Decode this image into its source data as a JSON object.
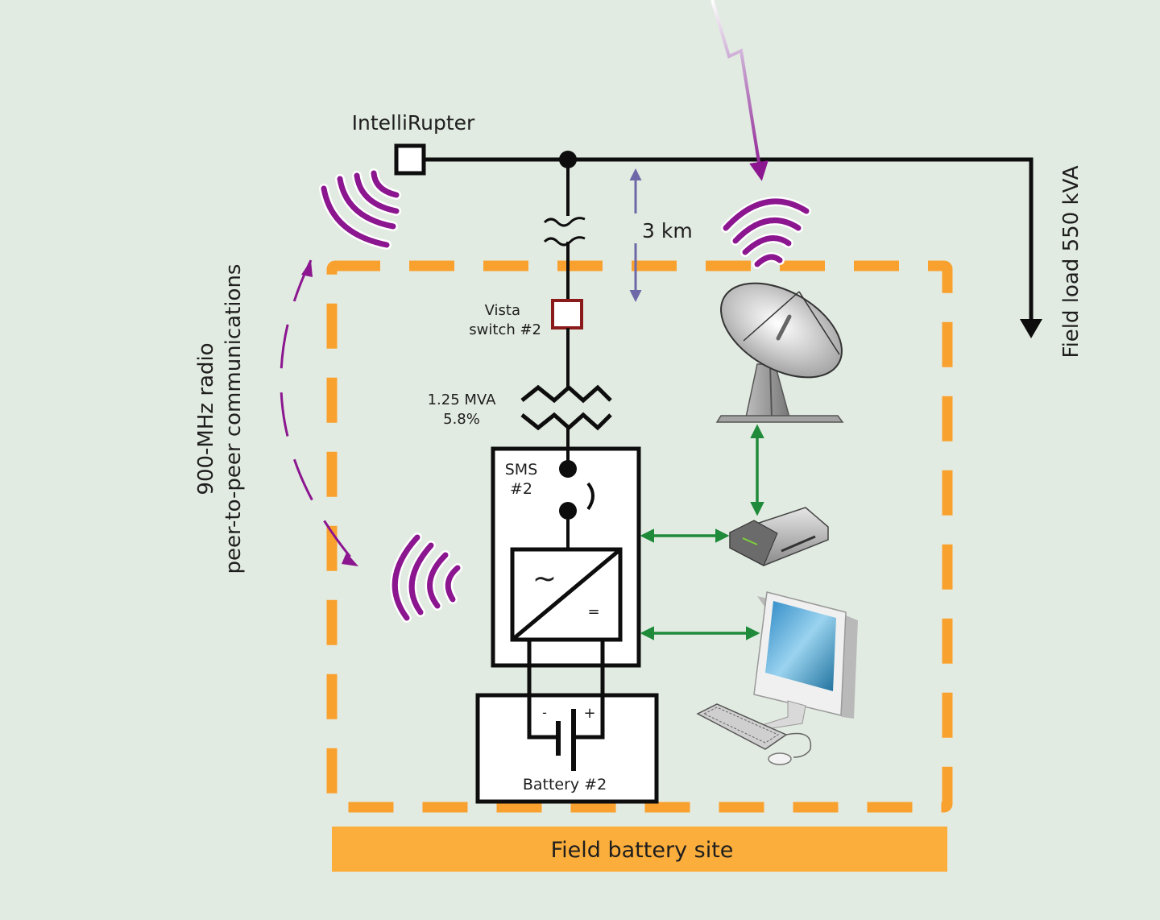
{
  "diagram": {
    "title": "Field battery site one-line diagram",
    "colors": {
      "background": "#e2ebe2",
      "wire": "#0d0d0d",
      "radio_wave": "#8b168f",
      "site_boundary": "#f9a12e",
      "site_label_bar": "#fbae3c",
      "communication_link": "#1e8a3a",
      "distance_arrow": "#6e68a8",
      "vista_switch": "#8b1a1a"
    },
    "labels": {
      "intellirupter": "IntelliRupter",
      "distance": "3 km",
      "vista_switch_line1": "Vista",
      "vista_switch_line2": "switch #2",
      "transformer_rating": "1.25 MVA",
      "transformer_impedance": "5.8%",
      "sms_line1": "SMS",
      "sms_line2": "#2",
      "inverter_ac": "~",
      "inverter_dc": "=",
      "battery_minus": "-",
      "battery_plus": "+",
      "battery": "Battery #2",
      "field_load": "Field load 550 kVA",
      "radio_line1": "900-MHz radio",
      "radio_line2": "peer-to-peer communications",
      "site": "Field battery site"
    },
    "components": [
      {
        "id": "intellirupter",
        "type": "recloser-switch"
      },
      {
        "id": "junction",
        "type": "bus-node"
      },
      {
        "id": "line-break",
        "type": "distance-break",
        "distance": "3 km"
      },
      {
        "id": "vista-switch-2",
        "type": "switch"
      },
      {
        "id": "transformer",
        "type": "transformer",
        "rating": "1.25 MVA",
        "impedance": "5.8%"
      },
      {
        "id": "sms-2",
        "type": "storage-management-system"
      },
      {
        "id": "inverter",
        "type": "ac-dc-converter"
      },
      {
        "id": "battery-2",
        "type": "battery"
      },
      {
        "id": "satellite-dish",
        "type": "satellite-antenna"
      },
      {
        "id": "modem",
        "type": "communication-modem"
      },
      {
        "id": "computer",
        "type": "workstation"
      },
      {
        "id": "field-load",
        "type": "load",
        "rating": "550 kVA"
      }
    ],
    "icons": [
      "radio-wave-icon",
      "satellite-dish-icon",
      "modem-icon",
      "computer-icon",
      "lightning-signal-icon"
    ]
  }
}
